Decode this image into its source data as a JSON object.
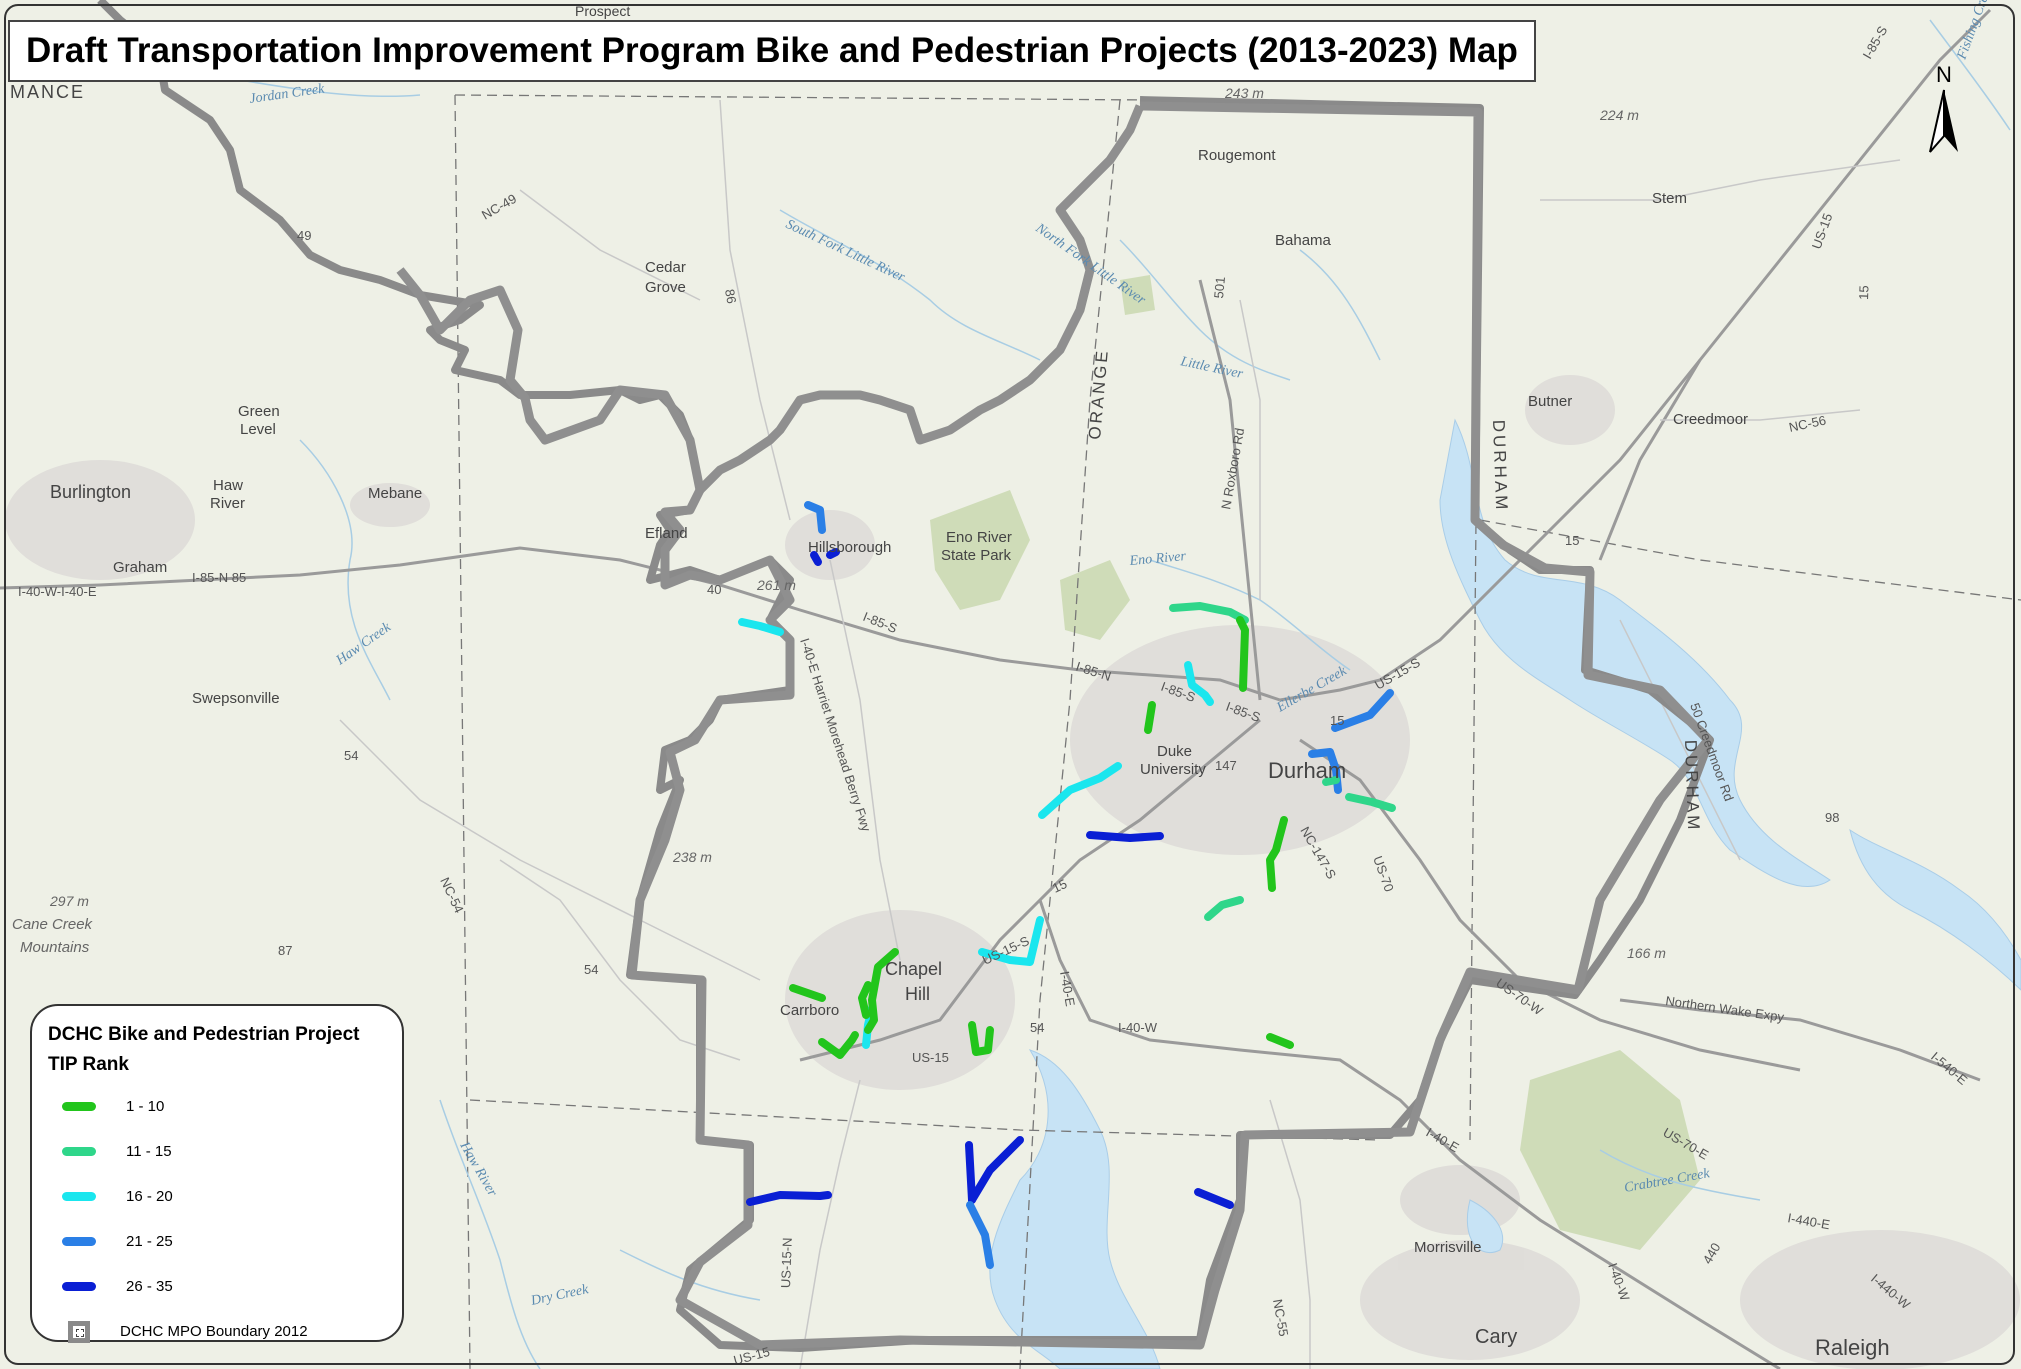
{
  "title": "Draft Transportation Improvement Program Bike and Pedestrian Projects (2013-2023) Map",
  "colors": {
    "rank_1_10": "#22c51c",
    "rank_11_15": "#2fd68a",
    "rank_16_20": "#1ae6ee",
    "rank_21_25": "#2a7fe6",
    "rank_26_35": "#0a1fd4",
    "boundary": "#8a8a8a",
    "water": "#c7e3f5",
    "park": "#cfdcb8"
  },
  "north_arrow": {
    "label": "N",
    "icon": "north-arrow-icon"
  },
  "legend": {
    "title_line1": "DCHC Bike and Pedestrian Project",
    "title_line2": "TIP Rank",
    "items": [
      {
        "label": "1 - 10"
      },
      {
        "label": "11 - 15"
      },
      {
        "label": "16 - 20"
      },
      {
        "label": "21 - 25"
      },
      {
        "label": "26 - 35"
      }
    ],
    "boundary_label": "DCHC MPO Boundary 2012"
  },
  "places": {
    "prospect": "Prospect",
    "mance": "MANCE",
    "rougemont": "Rougemont",
    "bahama": "Bahama",
    "stem": "Stem",
    "cedar": "Cedar",
    "grove": "Grove",
    "green": "Green",
    "level": "Level",
    "butner": "Butner",
    "creedmoor": "Creedmoor",
    "burlington": "Burlington",
    "haw": "Haw",
    "river": "River",
    "mebane": "Mebane",
    "efland": "Efland",
    "hillsborough": "Hillsborough",
    "eno_river": "Eno River",
    "state_park": "State Park",
    "graham": "Graham",
    "swepsonville": "Swepsonville",
    "duke": "Duke",
    "university": "University",
    "durham_city": "Durham",
    "chapel": "Chapel",
    "hill": "Hill",
    "carrboro": "Carrboro",
    "cane_creek": "Cane Creek",
    "mountains": "Mountains",
    "morrisville": "Morrisville",
    "cary": "Cary",
    "raleigh": "Raleigh",
    "orange_county": "ORANGE",
    "durham_county": "DURHAM",
    "durham_county2": "DURHAM"
  },
  "roads": {
    "nc49": "NC-49",
    "r49": "49",
    "r86": "86",
    "r501": "501",
    "n_roxboro": "N Roxboro Rd",
    "i85s_east": "I-85-S",
    "us15_ne": "US-15",
    "r15": "15",
    "nc56": "NC-56",
    "i85n85": "I-85-N 85",
    "i40w": "I-40-W-I-40-E",
    "r40": "40",
    "i85s_mid": "I-85-S",
    "i85n_mid": "I-85-N",
    "i85s_dur": "I-85-S",
    "i85s_dur2": "I-85-S",
    "us15s_dur": "US-15-S",
    "r15b": "15",
    "harriet": "I-40-E Harriet Morehead Berry Fwy",
    "r54": "54",
    "nc54": "NC-54",
    "r87": "87",
    "r54b": "54",
    "us15s_ch": "US-15-S",
    "r15c": "15",
    "i40e_ch": "I-40-E",
    "r54c": "54",
    "us15_ch": "US-15",
    "i40w_s": "I-40-W",
    "r147": "147",
    "nc147s": "NC-147-S",
    "us70": "US-70",
    "r50": "50 Creedmoor Rd",
    "r98": "98",
    "us70w": "US-70-W",
    "northern_wake": "Northern Wake Expy",
    "i540": "I-540-E",
    "us70e": "US-70-E",
    "i40e_s": "I-40-E",
    "i440": "I-440-E",
    "r440": "440",
    "i40w_s2": "I-40-W",
    "i440w": "I-440-W",
    "nc55": "NC-55",
    "us15n": "US-15-N",
    "us15_bot": "US-15",
    "i85s_ne": "I-85-S",
    "us15_ne2": "15"
  },
  "waters": {
    "jordan_creek": "Jordan Creek",
    "south_fork": "South Fork Little River",
    "north_fork": "North Fork Little River",
    "little_river": "Little River",
    "eno_river": "Eno River",
    "haw_creek": "Haw Creek",
    "haw_river": "Haw River",
    "dry_creek": "Dry Creek",
    "crabtree": "Crabtree Creek",
    "ellerbe": "Ellerbe Creek",
    "fishing_creek": "Fishing Creek"
  },
  "elevations": {
    "e243": "243 m",
    "e224": "224 m",
    "e261": "261 m",
    "e238": "238 m",
    "e297": "297 m",
    "e166": "166 m"
  }
}
